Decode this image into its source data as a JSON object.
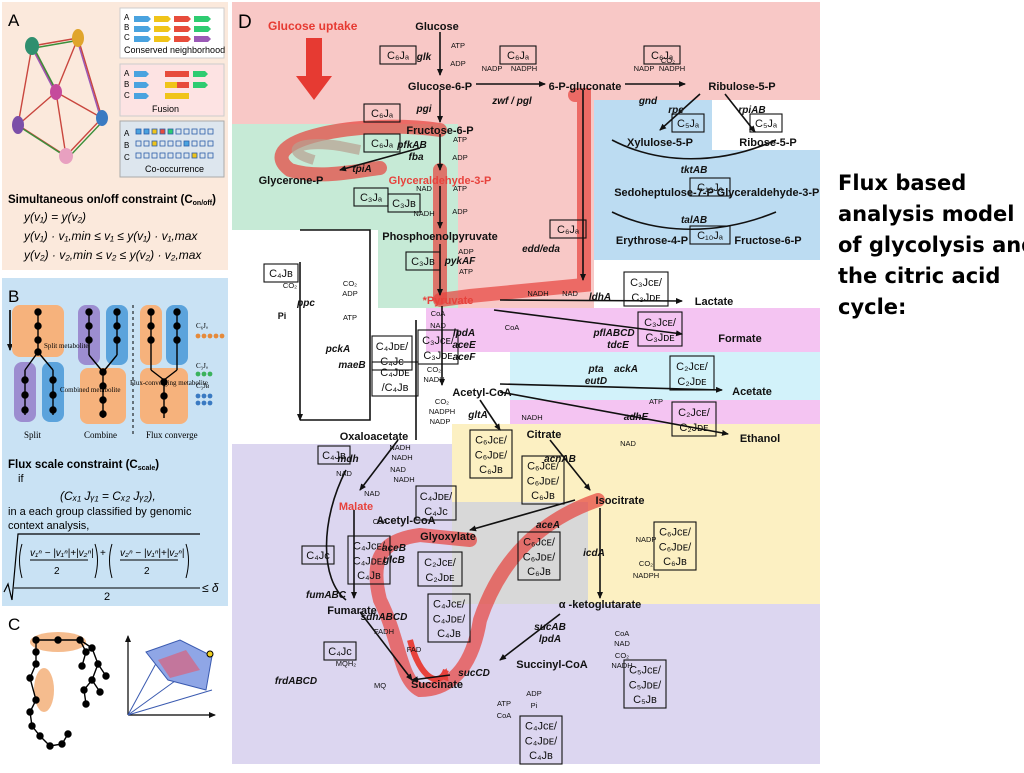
{
  "caption": [
    "Flux based",
    "analysis model",
    "of glycolysis and",
    "the citric acid",
    "cycle:"
  ],
  "panels": {
    "A": {
      "label": "A",
      "legend": [
        "Conserved neighborhood",
        "Fusion",
        "Co-occurrence"
      ],
      "row_letters": [
        "A",
        "B",
        "C"
      ],
      "title": "Simultaneous on/off constraint (C",
      "title_sub": "on/off",
      "title_end": ")",
      "eqs": [
        "y(v₁) = y(v₂)",
        "y(v₁) · v₁,min ≤ v₁ ≤ y(v₁) · v₁,max",
        "y(v₂) · v₂,min ≤ v₂ ≤ y(v₂) · v₂,max"
      ]
    },
    "B": {
      "label": "B",
      "labels": [
        "Split",
        "Combine",
        "Flux converge"
      ],
      "annotations": [
        "Split metabolite",
        "Combined metabolite",
        "Flux-converging metabolite"
      ],
      "side_legend": [
        "C₆Jₐ",
        "C₃Jₐ",
        "C₃Jʙ"
      ],
      "title": "Flux scale constraint (C",
      "title_sub": "scale",
      "title_end": ")",
      "lines": [
        "if",
        "(Cₓ₁ Jᵧ₁ = Cₓ₂ Jᵧ₂),",
        "in a each group classified by genomic",
        "context analysis,"
      ],
      "formula_tail": "≤ δ",
      "denom": "2"
    },
    "C": {
      "label": "C"
    },
    "D": {
      "label": "D",
      "glucose_uptake": "Glucose uptake",
      "metabolites": [
        {
          "id": "glucose",
          "text": "Glucose"
        },
        {
          "id": "g6p",
          "text": "Glucose-6-P"
        },
        {
          "id": "pgluconate",
          "text": "6-P-gluconate"
        },
        {
          "id": "ru5p",
          "text": "Ribulose-5-P"
        },
        {
          "id": "f6p",
          "text": "Fructose-6-P"
        },
        {
          "id": "xu5p",
          "text": "Xylulose-5-P"
        },
        {
          "id": "r5p",
          "text": "Ribose-5-P"
        },
        {
          "id": "glycerone",
          "text": "Glycerone-P"
        },
        {
          "id": "gap",
          "text": "Glyceraldehyde-3-P"
        },
        {
          "id": "s7p",
          "text": "Sedoheptulose-7-P"
        },
        {
          "id": "gap2",
          "text": "Glyceraldehyde-3-P"
        },
        {
          "id": "pep",
          "text": "Phosphoenolpyruvate"
        },
        {
          "id": "e4p",
          "text": "Erythrose-4-P"
        },
        {
          "id": "f6p2",
          "text": "Fructose-6-P"
        },
        {
          "id": "pyruvate",
          "text": "*Pyruvate"
        },
        {
          "id": "lactate",
          "text": "Lactate"
        },
        {
          "id": "formate",
          "text": "Formate"
        },
        {
          "id": "acetate",
          "text": "Acetate"
        },
        {
          "id": "ethanol",
          "text": "Ethanol"
        },
        {
          "id": "accoa",
          "text": "Acetyl-CoA"
        },
        {
          "id": "oaa",
          "text": "Oxaloacetate"
        },
        {
          "id": "citrate",
          "text": "Citrate"
        },
        {
          "id": "isocitrate",
          "text": "Isocitrate"
        },
        {
          "id": "malate",
          "text": "Malate"
        },
        {
          "id": "glyoxylate",
          "text": "Glyoxylate"
        },
        {
          "id": "accoa2",
          "text": "Acetyl-CoA"
        },
        {
          "id": "fumarate",
          "text": "Fumarate"
        },
        {
          "id": "akg",
          "text": "α -ketoglutarate"
        },
        {
          "id": "succinylcoa",
          "text": "Succinyl-CoA"
        },
        {
          "id": "succinate",
          "text": "Succinate"
        },
        {
          "id": "pi",
          "text": "Pi"
        }
      ],
      "enzymes": [
        {
          "id": "glk",
          "text": "glk"
        },
        {
          "id": "pgi",
          "text": "pgi"
        },
        {
          "id": "zwf",
          "text": "zwf / pgl"
        },
        {
          "id": "gnd",
          "text": "gnd"
        },
        {
          "id": "rpe",
          "text": "rpe"
        },
        {
          "id": "rpiab",
          "text": "rpiAB"
        },
        {
          "id": "pfkab",
          "text": "pfkAB"
        },
        {
          "id": "fba",
          "text": "fba"
        },
        {
          "id": "tpia",
          "text": "tpiA"
        },
        {
          "id": "tktab",
          "text": "tktAB"
        },
        {
          "id": "talab",
          "text": "talAB"
        },
        {
          "id": "eddeda",
          "text": "edd/eda"
        },
        {
          "id": "pykaf",
          "text": "pykAF"
        },
        {
          "id": "ppc",
          "text": "ppc"
        },
        {
          "id": "ldha",
          "text": "ldhA"
        },
        {
          "id": "pckA",
          "text": "pckA"
        },
        {
          "id": "maeb",
          "text": "maeB"
        },
        {
          "id": "lpda",
          "text": "lpdA"
        },
        {
          "id": "acee",
          "text": "aceE"
        },
        {
          "id": "acef",
          "text": "aceF"
        },
        {
          "id": "pfl",
          "text": "pflABCD"
        },
        {
          "id": "tdce",
          "text": "tdcE"
        },
        {
          "id": "pta",
          "text": "pta"
        },
        {
          "id": "acka",
          "text": "ackA"
        },
        {
          "id": "eutd",
          "text": "eutD"
        },
        {
          "id": "adhe",
          "text": "adhE"
        },
        {
          "id": "glta",
          "text": "gltA"
        },
        {
          "id": "mdh",
          "text": "mdh"
        },
        {
          "id": "acnab",
          "text": "acnAB"
        },
        {
          "id": "acea",
          "text": "aceA"
        },
        {
          "id": "aceb",
          "text": "aceB"
        },
        {
          "id": "glcb",
          "text": "glcB"
        },
        {
          "id": "icda",
          "text": "icdA"
        },
        {
          "id": "fumabc",
          "text": "fumABC"
        },
        {
          "id": "sdhabcd",
          "text": "sdhABCD"
        },
        {
          "id": "frdabcd",
          "text": "frdABCD"
        },
        {
          "id": "sucab",
          "text": "sucAB"
        },
        {
          "id": "lpda2",
          "text": "lpdA"
        },
        {
          "id": "succd",
          "text": "sucCD"
        }
      ],
      "cofactors": [
        {
          "id": "c1",
          "text": "ATP"
        },
        {
          "id": "c2",
          "text": "ADP"
        },
        {
          "id": "c3",
          "text": "NADP"
        },
        {
          "id": "c4",
          "text": "NADPH"
        },
        {
          "id": "c5",
          "text": "NADP"
        },
        {
          "id": "c6",
          "text": "NADPH"
        },
        {
          "id": "c7",
          "text": "CO₂"
        },
        {
          "id": "c8",
          "text": "ATP"
        },
        {
          "id": "c9",
          "text": "ADP"
        },
        {
          "id": "c10",
          "text": "NAD"
        },
        {
          "id": "c11",
          "text": "ATP"
        },
        {
          "id": "c12",
          "text": "NADH"
        },
        {
          "id": "c13",
          "text": "ADP"
        },
        {
          "id": "c14",
          "text": "ADP"
        },
        {
          "id": "c15",
          "text": "ATP"
        },
        {
          "id": "c16",
          "text": "CO₂"
        },
        {
          "id": "c17",
          "text": "ADP"
        },
        {
          "id": "c18",
          "text": "ATP"
        },
        {
          "id": "c19",
          "text": "NADH"
        },
        {
          "id": "c20",
          "text": "NAD"
        },
        {
          "id": "c21",
          "text": "CoA"
        },
        {
          "id": "c22",
          "text": "NAD"
        },
        {
          "id": "c23",
          "text": "CoA"
        },
        {
          "id": "c24",
          "text": "CO₂"
        },
        {
          "id": "c25",
          "text": "NADH"
        },
        {
          "id": "c26",
          "text": "CO₂"
        },
        {
          "id": "c27",
          "text": "NADPH"
        },
        {
          "id": "c28",
          "text": "NADP"
        },
        {
          "id": "c29",
          "text": "ATP"
        },
        {
          "id": "c30",
          "text": "NADH"
        },
        {
          "id": "c31",
          "text": "NAD"
        },
        {
          "id": "c32",
          "text": "NADH"
        },
        {
          "id": "c33",
          "text": "NAD"
        },
        {
          "id": "c34",
          "text": "NADH"
        },
        {
          "id": "c35",
          "text": "NAD"
        },
        {
          "id": "c36",
          "text": "CoA"
        },
        {
          "id": "c37",
          "text": "NADP"
        },
        {
          "id": "c38",
          "text": "CO₂"
        },
        {
          "id": "c39",
          "text": "NADPH"
        },
        {
          "id": "c40",
          "text": "FADH"
        },
        {
          "id": "c41",
          "text": "FAD"
        },
        {
          "id": "c42",
          "text": "MQH₂"
        },
        {
          "id": "c43",
          "text": "MQ"
        },
        {
          "id": "c44",
          "text": "CoA"
        },
        {
          "id": "c45",
          "text": "NAD"
        },
        {
          "id": "c46",
          "text": "CO₂"
        },
        {
          "id": "c47",
          "text": "NADH"
        },
        {
          "id": "c48",
          "text": "ADP"
        },
        {
          "id": "c49",
          "text": "Pi"
        },
        {
          "id": "c50",
          "text": "ATP"
        },
        {
          "id": "c51",
          "text": "CoA"
        },
        {
          "id": "c52",
          "text": "CO₂"
        },
        {
          "id": "c53",
          "text": "NADH"
        },
        {
          "id": "c54",
          "text": "NAD"
        }
      ],
      "boxes": [
        {
          "id": "b1",
          "lines": [
            "C₆Jₐ"
          ]
        },
        {
          "id": "b2",
          "lines": [
            "C₆Jₐ"
          ]
        },
        {
          "id": "b3",
          "lines": [
            "C₆Jₐ"
          ]
        },
        {
          "id": "b4",
          "lines": [
            "C₆Jₐ"
          ]
        },
        {
          "id": "b5",
          "lines": [
            "C₅Jₐ"
          ]
        },
        {
          "id": "b6",
          "lines": [
            "C₅Jₐ"
          ]
        },
        {
          "id": "b7",
          "lines": [
            "C₆Jₐ"
          ]
        },
        {
          "id": "b8",
          "lines": [
            "C₃Jₐ"
          ]
        },
        {
          "id": "b9",
          "lines": [
            "C₃Jʙ"
          ]
        },
        {
          "id": "b10",
          "lines": [
            "C₁₀Jₐ"
          ]
        },
        {
          "id": "b11",
          "lines": [
            "C₁₀Jₐ"
          ]
        },
        {
          "id": "b12",
          "lines": [
            "C₆Jₐ"
          ]
        },
        {
          "id": "b13",
          "lines": [
            "C₃Jʙ"
          ]
        },
        {
          "id": "b14",
          "lines": [
            "C₄Jʙ"
          ]
        },
        {
          "id": "b15",
          "lines": [
            "C₃Jᴄᴇ/",
            "C₃Jᴅᴇ"
          ]
        },
        {
          "id": "b16",
          "lines": [
            "C₃Jᴄᴇ/",
            "C₃Jᴅᴇ"
          ]
        },
        {
          "id": "b17",
          "lines": [
            "C₄Jᴅᴇ/",
            "C₄Jᴄ"
          ]
        },
        {
          "id": "b18",
          "lines": [
            "C₃Jᴄᴇ/",
            "C₃Jᴅᴇ"
          ]
        },
        {
          "id": "b19",
          "lines": [
            "C₄Jᴅᴇ",
            "/C₄Jʙ"
          ]
        },
        {
          "id": "b20",
          "lines": [
            "C₂Jᴄᴇ/",
            "C₂Jᴅᴇ"
          ]
        },
        {
          "id": "b21",
          "lines": [
            "C₂Jᴄᴇ/",
            "C₂Jᴅᴇ"
          ]
        },
        {
          "id": "b22",
          "lines": [
            "C₆Jᴄᴇ/",
            "C₆Jᴅᴇ/",
            "C₆Jʙ"
          ]
        },
        {
          "id": "b23",
          "lines": [
            "C₄Jʙ"
          ]
        },
        {
          "id": "b24",
          "lines": [
            "C₆Jᴄᴇ/",
            "C₆Jᴅᴇ/",
            "C₆Jʙ"
          ]
        },
        {
          "id": "b25",
          "lines": [
            "C₄Jᴅᴇ/",
            "C₄Jᴄ"
          ]
        },
        {
          "id": "b26",
          "lines": [
            "C₆Jᴄᴇ/",
            "C₆Jᴅᴇ/",
            "C₆Jʙ"
          ]
        },
        {
          "id": "b27",
          "lines": [
            "C₄Jᴄ"
          ]
        },
        {
          "id": "b28",
          "lines": [
            "C₄Jᴄᴇ/",
            "C₄Jᴅᴇ/",
            "C₄Jʙ"
          ]
        },
        {
          "id": "b29",
          "lines": [
            "C₂Jᴄᴇ/",
            "C₂Jᴅᴇ"
          ]
        },
        {
          "id": "b30",
          "lines": [
            "C₆Jᴄᴇ/",
            "C₆Jᴅᴇ/",
            "C₆Jʙ"
          ]
        },
        {
          "id": "b31",
          "lines": [
            "C₄Jᴄᴇ/",
            "C₄Jᴅᴇ/",
            "C₄Jʙ"
          ]
        },
        {
          "id": "b32",
          "lines": [
            "C₄Jᴄ"
          ]
        },
        {
          "id": "b33",
          "lines": [
            "C₅Jᴄᴇ/",
            "C₅Jᴅᴇ/",
            "C₅Jʙ"
          ]
        },
        {
          "id": "b34",
          "lines": [
            "C₄Jᴄᴇ/",
            "C₄Jᴅᴇ/",
            "C₄Jʙ"
          ]
        }
      ]
    }
  },
  "colors": {
    "glycolysis_bg": "#f8c8c6",
    "ppp_bg": "#bcdcf2",
    "lower_glyc_bg": "#c6ead6",
    "ferment_bg": "#f4c4f2",
    "acetate_bg": "#d2f2fa",
    "tca_bg": "#fcf0c2",
    "glyox_bg": "#d8d8d8",
    "lower_tca_bg": "#dcd6f0",
    "panelA_bg": "#fbe9dc",
    "panelB_bg": "#c9e2f4",
    "flux_highlight": "#e7423c",
    "glucose_uptake": "#e63a32"
  }
}
